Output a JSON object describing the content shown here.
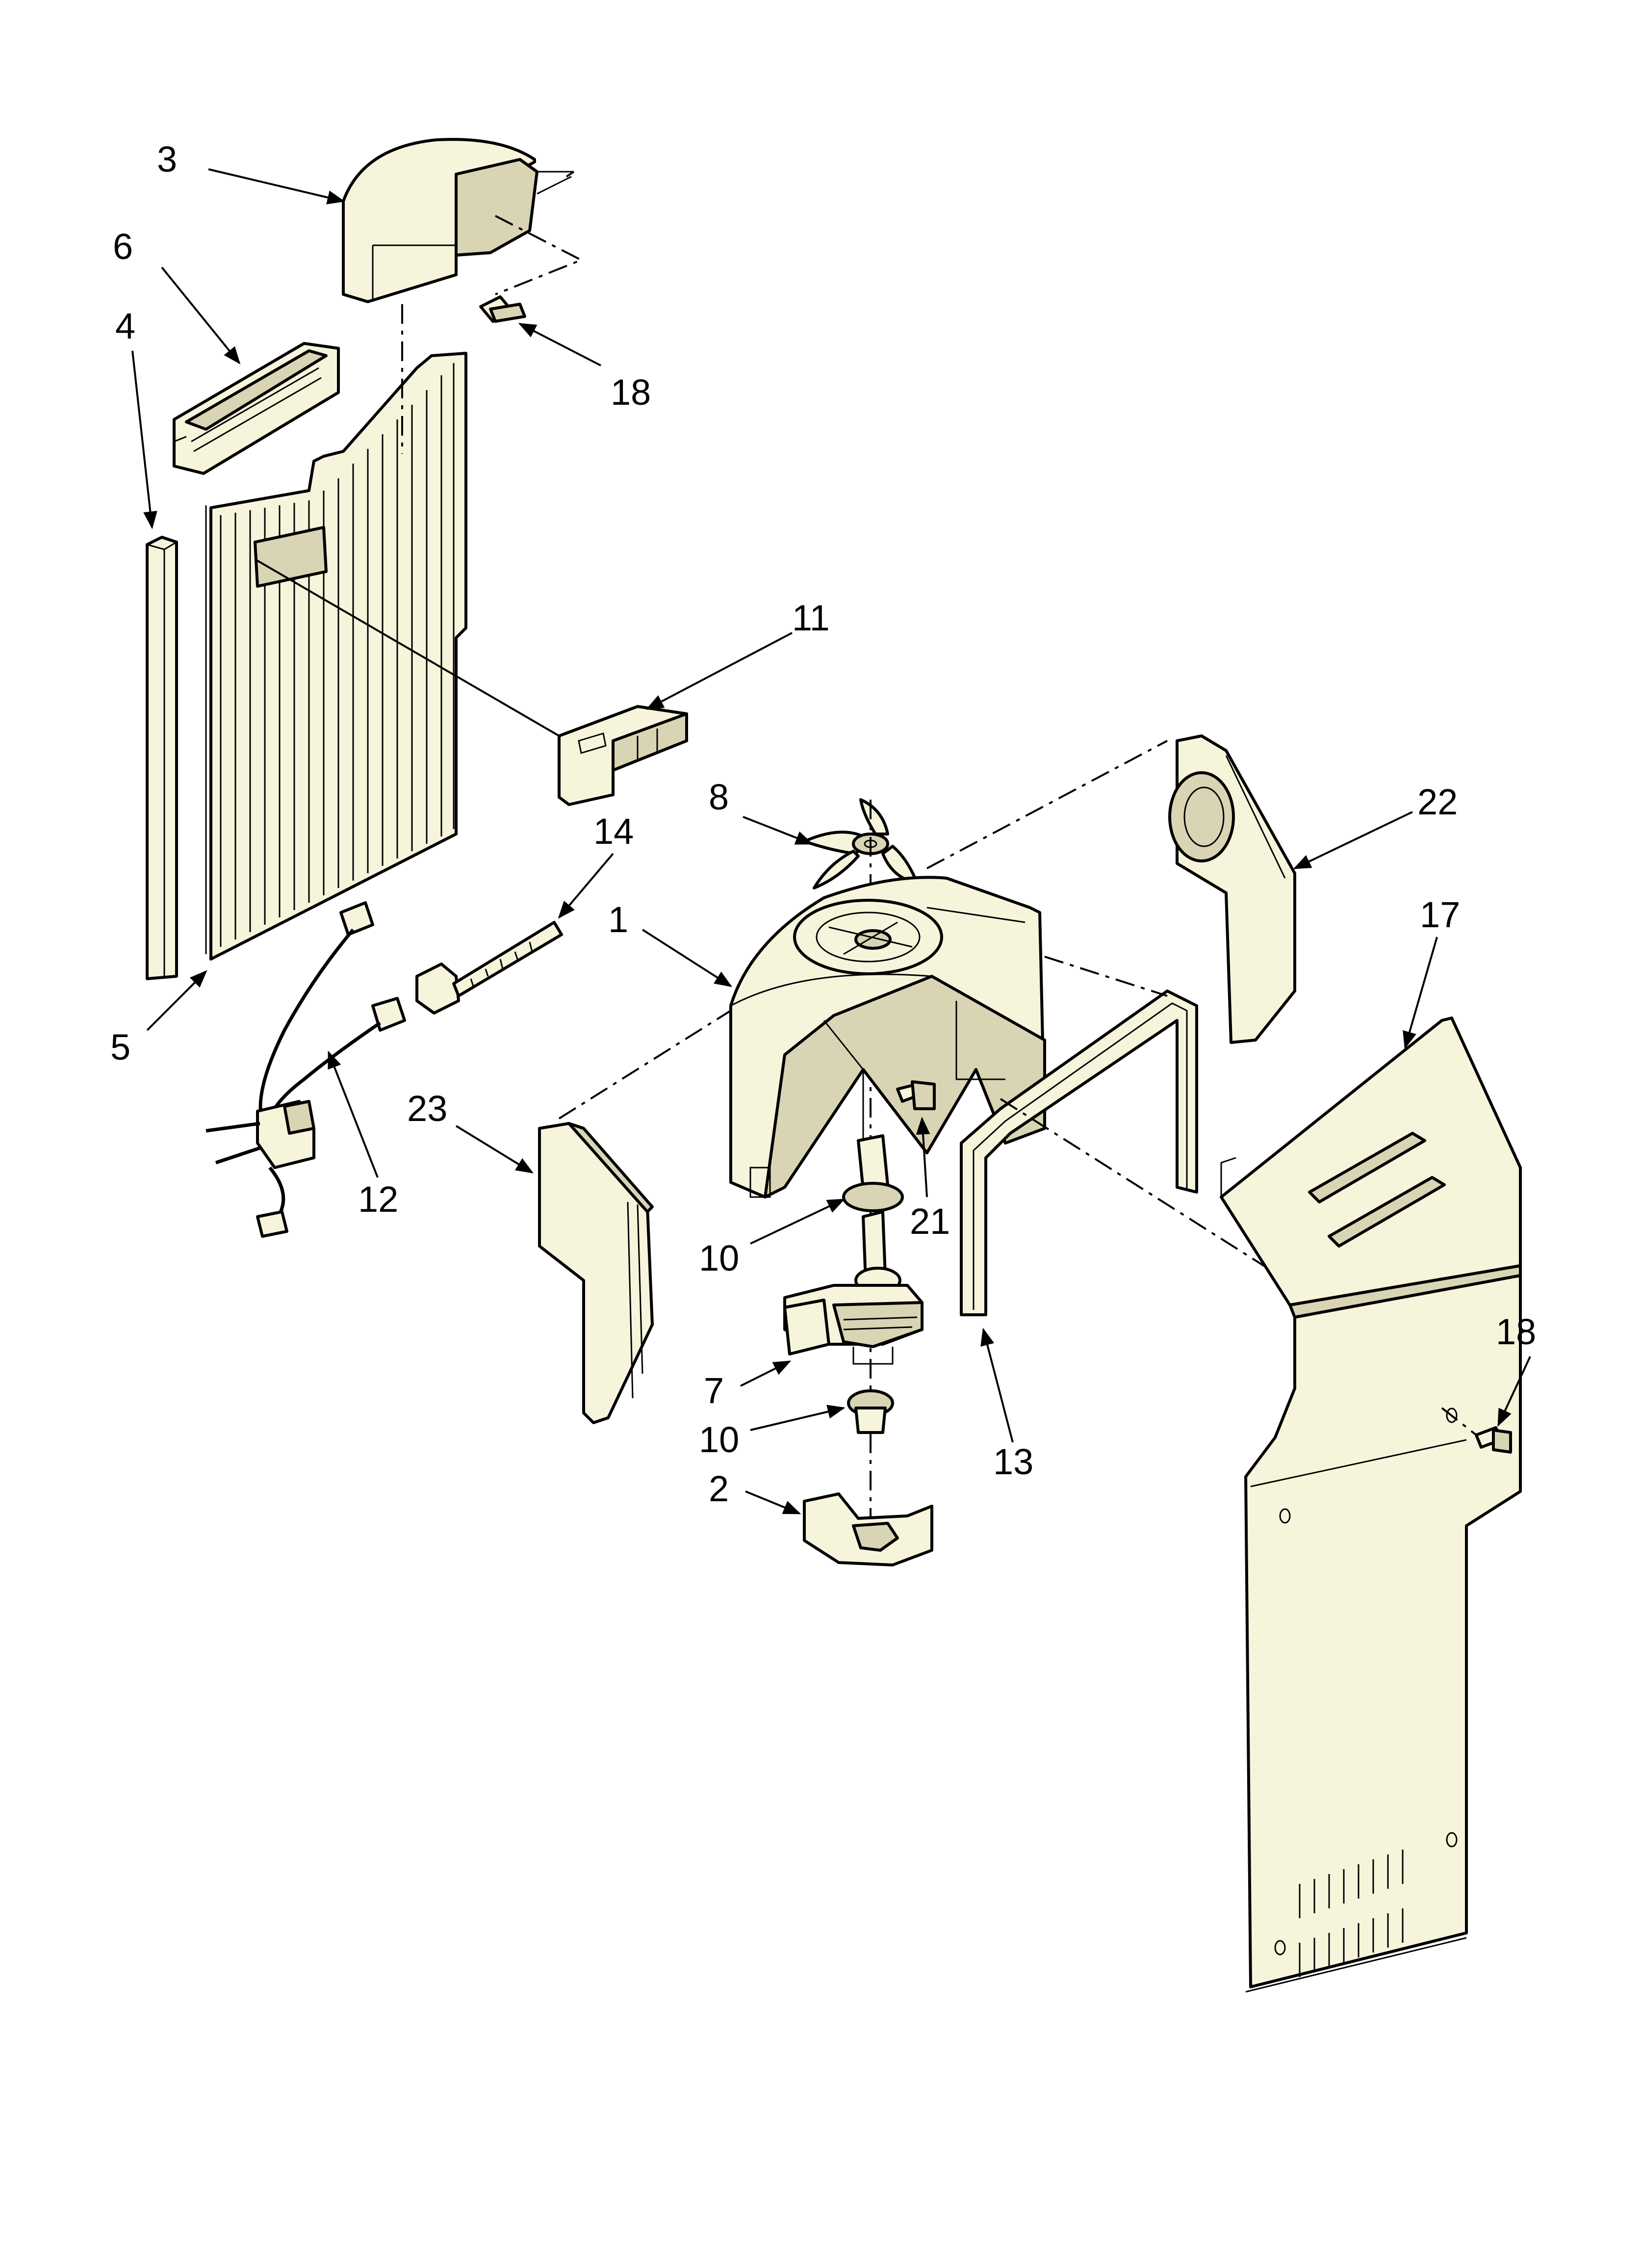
{
  "diagram": {
    "colors": {
      "part_fill": "#f7f4dc",
      "part_shade": "#d9d4b4",
      "line": "#000000",
      "background": "#ffffff"
    },
    "callouts": {
      "c1": "1",
      "c2": "2",
      "c3": "3",
      "c4": "4",
      "c5": "5",
      "c6": "6",
      "c7": "7",
      "c8": "8",
      "c10a": "10",
      "c10b": "10",
      "c11": "11",
      "c12": "12",
      "c13": "13",
      "c14": "14",
      "c17": "17",
      "c18a": "18",
      "c18b": "18",
      "c21": "21",
      "c22": "22",
      "c23": "23"
    }
  }
}
